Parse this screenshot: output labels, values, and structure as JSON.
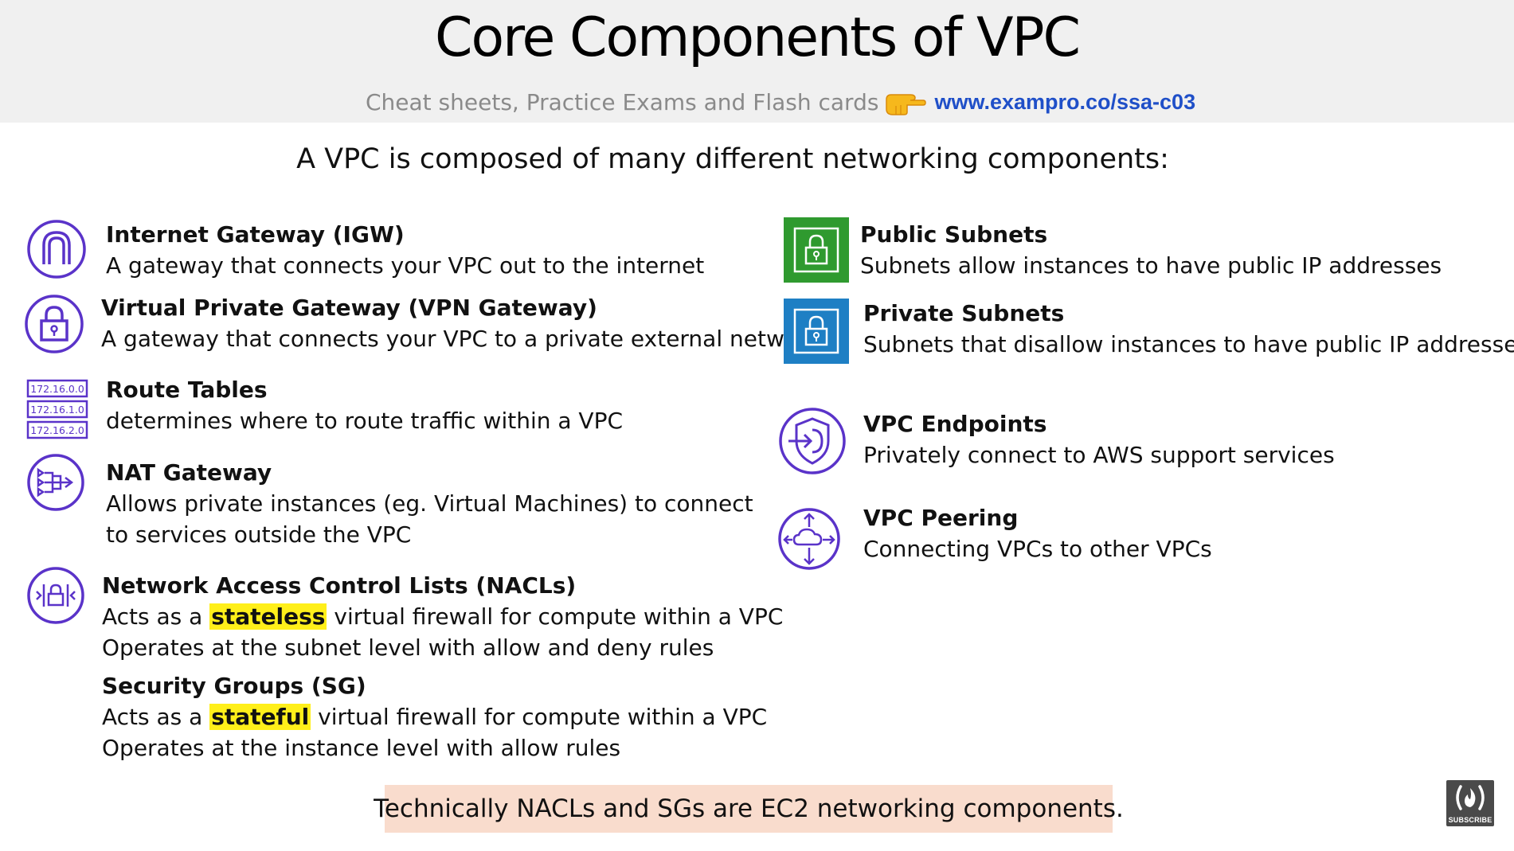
{
  "title": "Core Components of VPC",
  "promo": {
    "text": "Cheat sheets, Practice Exams and Flash cards",
    "link": "www.exampro.co/ssa-c03"
  },
  "intro": "A VPC is composed of many different networking components:",
  "left_items": {
    "igw": {
      "title": "Internet Gateway (IGW)",
      "desc": "A gateway that connects your VPC out to the internet"
    },
    "vpn": {
      "title": "Virtual Private Gateway (VPN Gateway)",
      "desc": "A gateway that connects your VPC to a private external network"
    },
    "route": {
      "title": "Route Tables",
      "desc": "determines where to route traffic within a VPC",
      "icon_rows": [
        "172.16.0.0",
        "172.16.1.0",
        "172.16.2.0"
      ]
    },
    "nat": {
      "title": "NAT Gateway",
      "desc_lines": [
        "Allows private instances (eg. Virtual Machines) to connect",
        "to services outside the VPC"
      ]
    },
    "nacl": {
      "title": "Network Access Control Lists (NACLs)",
      "desc_prefix": "Acts as a ",
      "desc_highlight": "stateless",
      "desc_suffix": " virtual firewall for compute within a VPC",
      "desc_line2": "Operates at the subnet level with allow and deny rules"
    },
    "sg": {
      "title": "Security Groups (SG)",
      "desc_prefix": "Acts as a ",
      "desc_highlight": "stateful",
      "desc_suffix": " virtual firewall  for compute within a VPC",
      "desc_line2": "Operates at the instance level with allow rules"
    }
  },
  "right_items": {
    "public": {
      "title": "Public Subnets",
      "desc": "Subnets allow instances to have public IP addresses"
    },
    "private": {
      "title": "Private Subnets",
      "desc": "Subnets that disallow instances to have public IP addresses"
    },
    "endpoints": {
      "title": "VPC Endpoints",
      "desc": "Privately connect to AWS support services"
    },
    "peering": {
      "title": "VPC Peering",
      "desc": "Connecting VPCs to other VPCs"
    }
  },
  "note": "Technically NACLs and SGs are EC2 networking components.",
  "subscribe_label": "SUBSCRIBE",
  "colors": {
    "aws_purple": "#5a33c9",
    "public_green": "#2f9a2f",
    "private_blue": "#1e7fc4",
    "link_blue": "#1f4fc8",
    "highlight_yellow": "#ffef1a",
    "note_bg": "#f9dccd"
  },
  "icons": {
    "igw": "internet-gateway-icon",
    "vpn": "vpn-gateway-icon",
    "route": "route-table-icon",
    "nat": "nat-gateway-icon",
    "nacl": "nacl-icon",
    "public": "public-subnet-icon",
    "private": "private-subnet-icon",
    "endpoints": "vpc-endpoints-icon",
    "peering": "vpc-peering-icon",
    "promo": "pointing-hand-icon",
    "subscribe": "freecodecamp-flame-icon"
  }
}
